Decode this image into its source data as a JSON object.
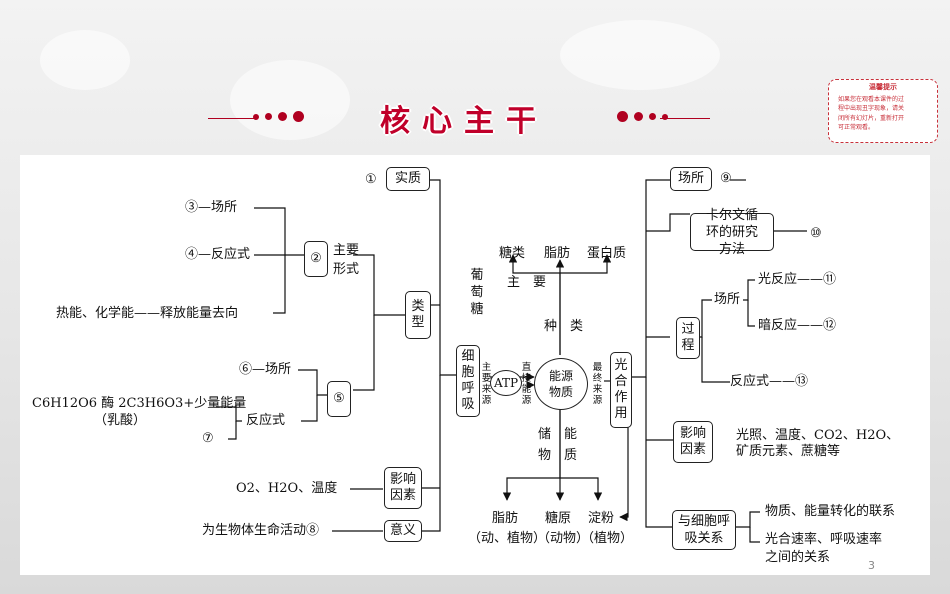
{
  "header": {
    "title_chars": [
      "核",
      "心",
      "主",
      "干"
    ]
  },
  "hint": {
    "title": "温馨提示",
    "lines": [
      "如果您在观看本课件的过",
      "程中出现丑字现象，请关",
      "闭所有幻灯片，重新打开",
      "可正常观看。"
    ]
  },
  "diagram": {
    "resp": {
      "box_type": "类型",
      "box_essence": "实质",
      "box_factors": "影响因素",
      "box_meaning": "意义",
      "box_resp": "细胞呼吸",
      "main_form": "主要形式",
      "c2": "②",
      "c5": "⑤",
      "n1": "①",
      "place3": "③—场所",
      "eq4": "④—反应式",
      "heat": "热能、化学能——释放能量去向",
      "place6": "⑥—场所",
      "eq_label": "反应式",
      "n7": "⑦",
      "equation": "C6H12O6 酶 2C3H6O3+少量能量",
      "lactic": "（乳酸）",
      "factors": "O2、H2O、温度",
      "meaning": "为生物体生命活动⑧",
      "glucose_label": "葡萄糖",
      "main_source": "主要来源",
      "direct_source": "直接能源"
    },
    "center": {
      "atp": "ATP",
      "energy": "能源物质",
      "kinds": "种　类",
      "main": "主　要",
      "storage": "储　能",
      "matter": "物　质",
      "sugar": "糖类",
      "fat": "脂肪",
      "protein": "蛋白质",
      "fat_b": "脂肪",
      "fat_b2": "（动、植物）",
      "glycogen": "糖原",
      "glycogen2": "（动物）",
      "starch": "淀粉",
      "starch2": "（植物）",
      "final_source": "最终来源"
    },
    "photo": {
      "box_photo": "光合作用",
      "box_place": "场所",
      "n9": "⑨",
      "box_calvin": "卡尔文循环的研究方法",
      "n10": "⑩",
      "box_process": "过程",
      "place": "场所",
      "light": "光反应——⑪",
      "dark": "暗反应——⑫",
      "eq": "反应式——⑬",
      "box_factors": "影响因素",
      "factors1": "光照、温度、CO2、H2O、",
      "factors2": "矿质元素、蔗糖等",
      "box_relation": "与细胞呼吸关系",
      "rel1": "物质、能量转化的联系",
      "rel2": "光合速率、呼吸速率",
      "rel3": "之间的关系"
    }
  },
  "page_number": "3"
}
